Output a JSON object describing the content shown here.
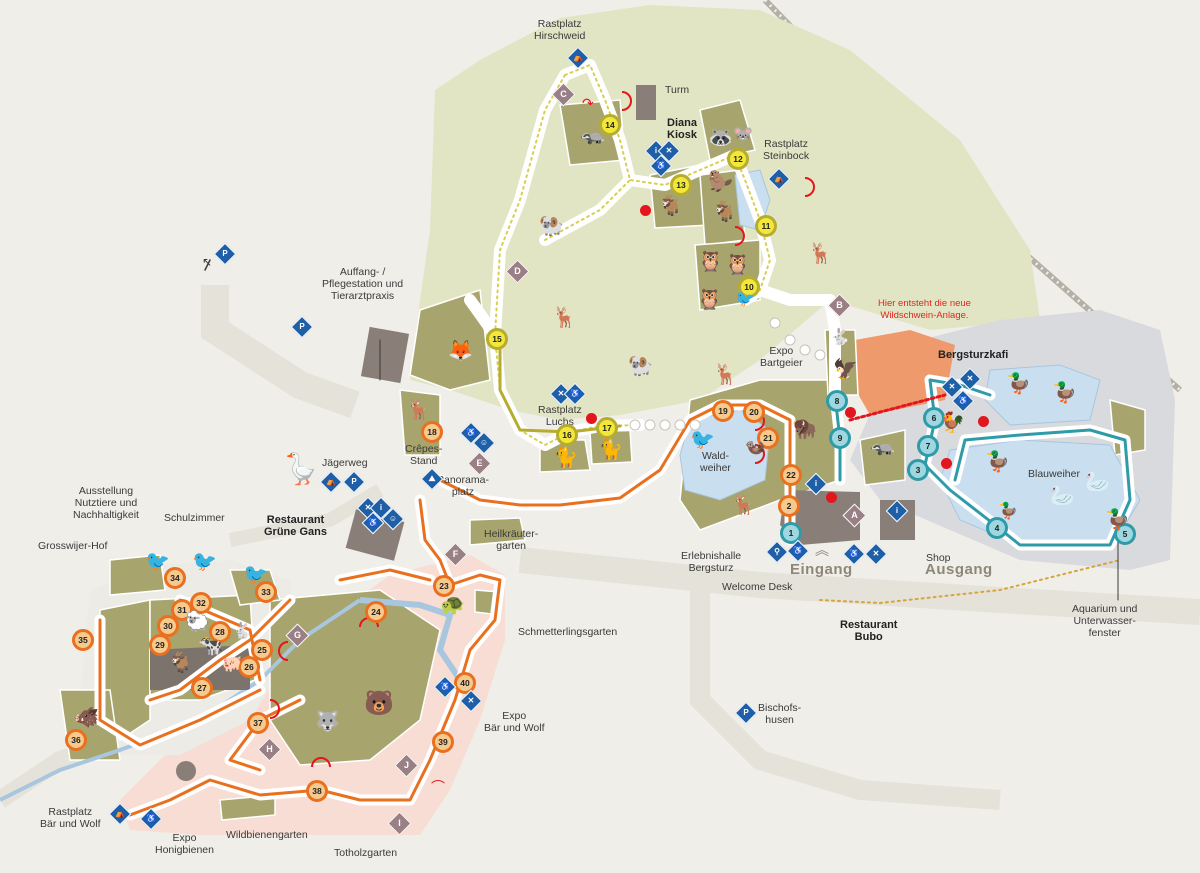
{
  "labels": {
    "rastplatz_hirschweid": "Rastplatz\nHirschweid",
    "turm": "Turm",
    "diana_kiosk": "Diana\nKiosk",
    "rastplatz_steinbock": "Rastplatz\nSteinbock",
    "auffang": "Auffang- /\nPflegestation und\nTierarztpraxis",
    "hier_entsteht": "Hier entsteht die neue\nWildschwein-Anlage.",
    "expo_bartgeier": "Expo\nBartgeier",
    "bergsturzkafi": "Bergsturzkafi",
    "rastplatz_luchs": "Rastplatz\nLuchs",
    "crepes": "Crêpes-\nStand",
    "jaegerweg": "Jägerweg",
    "panoramaplatz": "Panorama-\nplatz",
    "waldweiher": "Wald-\nweiher",
    "blauweiher": "Blauweiher",
    "heilkraeuter": "Heilkräuter-\ngarten",
    "ausstellung": "Ausstellung\nNutztiere und\nNachhaltigkeit",
    "schulzimmer": "Schulzimmer",
    "restaurant_gruene_gans": "Restaurant\nGrüne Gans",
    "grosswijer": "Grosswijer-Hof",
    "erlebnishalle": "Erlebnishalle\nBergsturz",
    "welcome_desk": "Welcome Desk",
    "eingang": "Eingang",
    "ausgang": "Ausgang",
    "shop": "Shop",
    "restaurant_bubo": "Restaurant\nBubo",
    "aquarium": "Aquarium und\nUnterwasser-\nfenster",
    "schmetterlingsgarten": "Schmetterlingsgarten",
    "expo_baer_wolf": "Expo\nBär und Wolf",
    "bischofshusen": "Bischofs-\nhusen",
    "rastplatz_baer_wolf": "Rastplatz\nBär und Wolf",
    "expo_honigbienen": "Expo\nHonigbienen",
    "wildbienengarten": "Wildbienengarten",
    "totholzgarten": "Totholzgarten"
  },
  "zones": [
    "A",
    "B",
    "C",
    "D",
    "E",
    "F",
    "G",
    "H",
    "I",
    "J"
  ],
  "stops": [
    "1",
    "2",
    "3",
    "4",
    "5",
    "6",
    "7",
    "8",
    "9",
    "10",
    "11",
    "12",
    "13",
    "14",
    "15",
    "16",
    "17",
    "18",
    "19",
    "20",
    "21",
    "22",
    "23",
    "24",
    "25",
    "26",
    "27",
    "28",
    "29",
    "30",
    "31",
    "32",
    "33",
    "34",
    "35",
    "36",
    "37",
    "38",
    "39",
    "40"
  ],
  "services": {
    "parking": "P"
  },
  "colors": {
    "ground": "#f0eee9",
    "meadow": "#e2e5c4",
    "enclosure": "#a7a56d",
    "pink_area": "#f7ddd3",
    "water": "#c9dff0",
    "yellow_route": "#d7cf52",
    "orange_route": "#e8701f",
    "teal_route": "#2f9ba9",
    "service_blue": "#1e5fa8",
    "zone_mauve": "#9a7f85",
    "building": "#8a7f78",
    "highlight_red": "#e2161d"
  },
  "icons": [
    "parking-icon",
    "info-icon",
    "restaurant-icon",
    "wc-icon",
    "playground-icon",
    "picnic-icon",
    "bicycle-icon",
    "entrance-chevron-icon",
    "lookout-icon"
  ]
}
